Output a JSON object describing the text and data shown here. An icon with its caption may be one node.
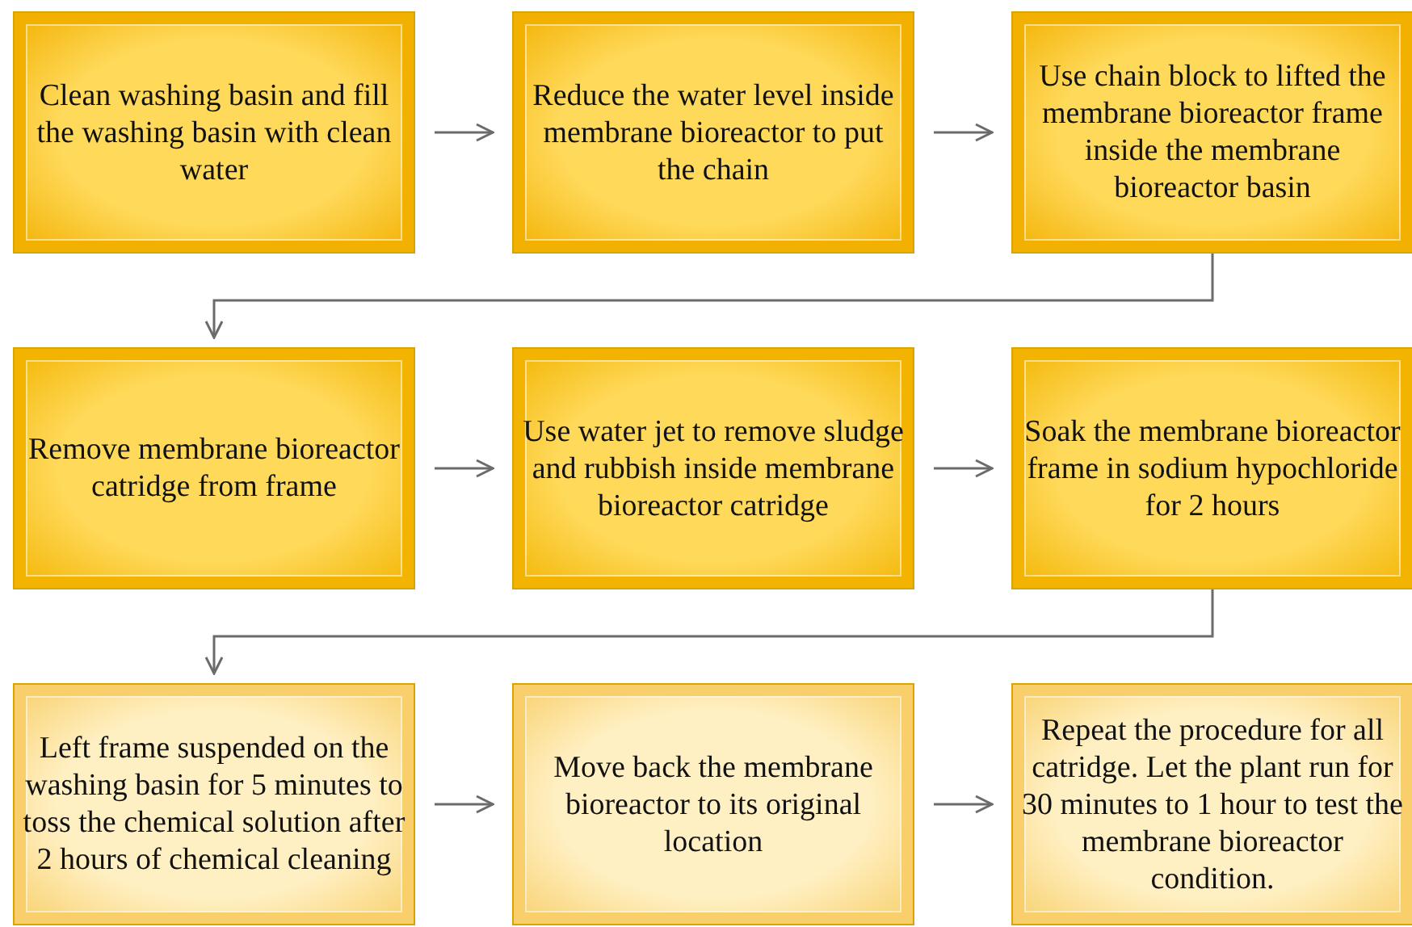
{
  "diagram": {
    "nodes": [
      {
        "text": [
          "Clean washing basin and fill the washing basin with clean water"
        ]
      },
      {
        "text": [
          "Reduce the water level inside membrane bioreactor to put the chain"
        ]
      },
      {
        "text": [
          "Use chain block to lifted the membrane bioreactor frame inside the membrane bioreactor basin"
        ]
      },
      {
        "text": [
          "Remove membrane bioreactor catridge from frame"
        ]
      },
      {
        "text": [
          "Use water jet to remove sludge and rubbish inside membrane bioreactor catridge"
        ]
      },
      {
        "text": [
          "Soak the membrane bioreactor frame in sodium hypochloride for 2 hours"
        ]
      },
      {
        "text": [
          "Left frame suspended on the washing basin for 5 minutes to toss the chemical solution after 2 hours of chemical cleaning"
        ]
      },
      {
        "text": [
          "Move back the membrane bioreactor to its original location"
        ]
      },
      {
        "text": [
          "Repeat the procedure for all catridge. Let the plant run for 30 minutes to 1 hour to test the membrane bioreactor condition."
        ]
      }
    ],
    "edges": [
      {
        "from": 0,
        "to": 1,
        "arrow": "to"
      },
      {
        "from": 1,
        "to": 2,
        "arrow": "to"
      },
      {
        "from": 2,
        "to": 3,
        "arrow": "to"
      },
      {
        "from": 3,
        "to": 4,
        "arrow": "to"
      },
      {
        "from": 4,
        "to": 5,
        "arrow": "to"
      },
      {
        "from": 5,
        "to": 6,
        "arrow": "to"
      },
      {
        "from": 6,
        "to": 7,
        "arrow": "to"
      },
      {
        "from": 7,
        "to": 8,
        "arrow": "to"
      }
    ]
  }
}
